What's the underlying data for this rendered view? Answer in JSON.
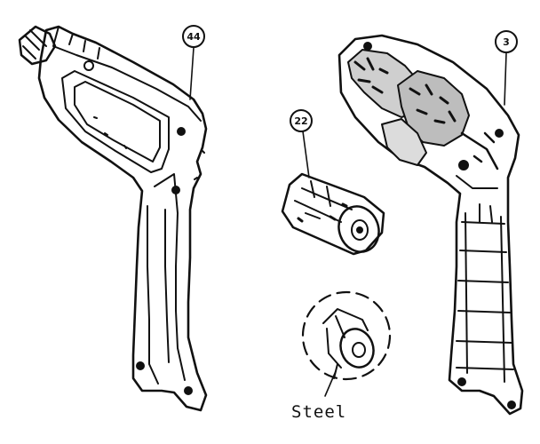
{
  "diagram": {
    "parts": [
      {
        "callout": "44",
        "part": "housing-left-half"
      },
      {
        "callout": "22",
        "part": "motor"
      },
      {
        "callout": "3",
        "part": "housing-right-half"
      }
    ],
    "detail_caption": "Steel"
  }
}
